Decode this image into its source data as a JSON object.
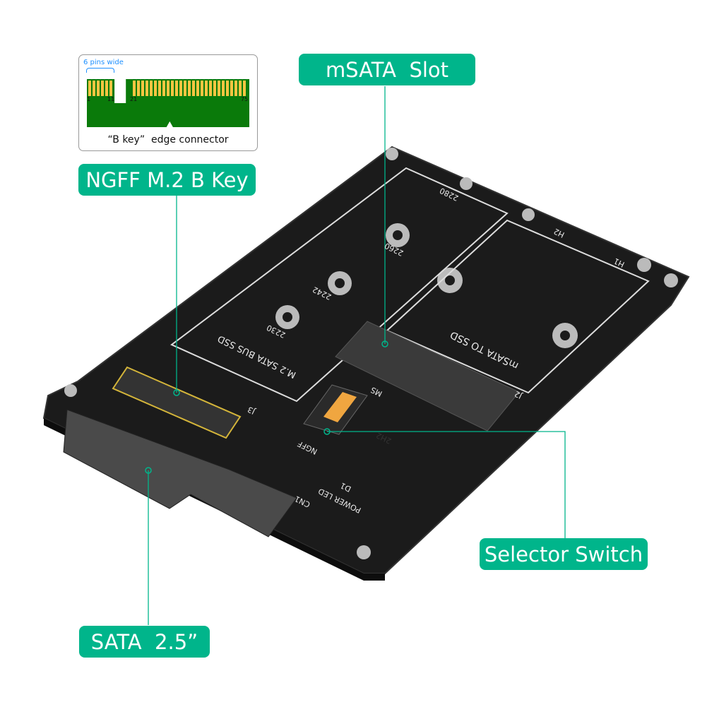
{
  "colors": {
    "label_bg": "#00b58b",
    "label_text": "#ffffff",
    "pcb": "#1b1b1b",
    "silkscreen": "#e8e8e8",
    "inset_green": "#0a7a0a",
    "inset_pins": "#f5c542",
    "inset_annotation": "#1e90ff"
  },
  "labels": {
    "msata_slot": "mSATA  Slot",
    "ngff_key": "NGFF M.2 B Key",
    "selector_switch": "Selector Switch",
    "sata": "SATA  2.5”"
  },
  "inset": {
    "pins_wide": "6 pins wide",
    "pin_1": "1",
    "pin_11": "11",
    "pin_21": "21",
    "pin_75": "75",
    "caption": "“B key”  edge connector"
  },
  "silkscreen": {
    "m2_area": "M.2  SATA  BUS  SSD",
    "msata_area": "mSATA  TO  SSD",
    "size_2280": "2280",
    "size_2260": "2260",
    "size_2242": "2242",
    "size_2230": "2230",
    "h1": "H1",
    "h2": "H2",
    "j3": "J3",
    "j2": "J2",
    "cn1": "CN1",
    "ngff": "NGFF",
    "ms": "MS",
    "power_led": "POWER LED",
    "d1": "D1",
    "u1": "2H2"
  }
}
